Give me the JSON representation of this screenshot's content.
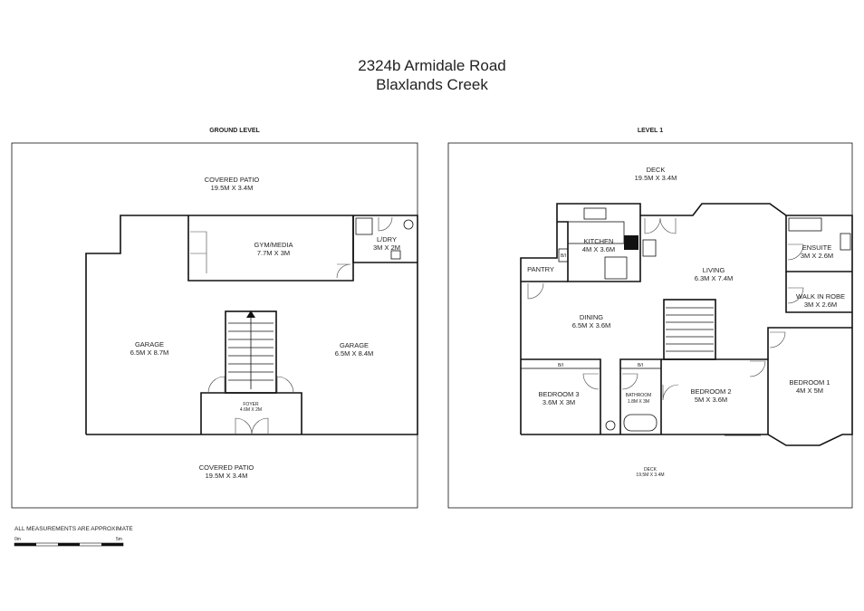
{
  "header": {
    "address_line1": "2324b Armidale Road",
    "address_line2": "Blaxlands Creek"
  },
  "ground": {
    "title": "GROUND LEVEL",
    "covered_patio_top": {
      "name": "COVERED PATIO",
      "size": "19.5M X 3.4M"
    },
    "gym": {
      "name": "GYM/MEDIA",
      "size": "7.7M X 3M"
    },
    "laundry": {
      "name": "L/DRY",
      "size": "3M X 2M"
    },
    "garage_left": {
      "name": "GARAGE",
      "size": "6.5M X 8.7M"
    },
    "garage_right": {
      "name": "GARAGE",
      "size": "6.5M X 8.4M"
    },
    "foyer": {
      "name": "FOYER",
      "size": "4.6M X 2M"
    },
    "covered_patio_bottom": {
      "name": "COVERED PATIO",
      "size": "19.5M X 3.4M"
    }
  },
  "level1": {
    "title": "LEVEL 1",
    "deck_top": {
      "name": "DECK",
      "size": "19.5M X 3.4M"
    },
    "kitchen": {
      "name": "KITCHEN",
      "size": "4M X 3.6M"
    },
    "pantry": {
      "name": "PANTRY"
    },
    "living": {
      "name": "LIVING",
      "size": "6.3M X 7.4M"
    },
    "ensuite": {
      "name": "ENSUITE",
      "size": "3M X 2.6M"
    },
    "walk_in_robe": {
      "name": "WALK IN ROBE",
      "size": "3M X 2.6M"
    },
    "dining": {
      "name": "DINING",
      "size": "6.5M X 3.6M"
    },
    "bedroom3": {
      "name": "BEDROOM 3",
      "size": "3.6M X 3M"
    },
    "bathroom": {
      "name": "BATHROOM",
      "size": "1.8M X 3M"
    },
    "bedroom2": {
      "name": "BEDROOM 2",
      "size": "5M X 3.6M"
    },
    "bedroom1": {
      "name": "BEDROOM 1",
      "size": "4M X 5M"
    },
    "deck_bottom": {
      "name": "DECK",
      "size": "19.5M X 3.4M"
    },
    "bi_tags": [
      "B/I",
      "B/I",
      "B/I"
    ]
  },
  "footer": {
    "note": "ALL MEASUREMENTS ARE APPROXIMATE",
    "scale_start": "0m",
    "scale_end": "5m"
  }
}
